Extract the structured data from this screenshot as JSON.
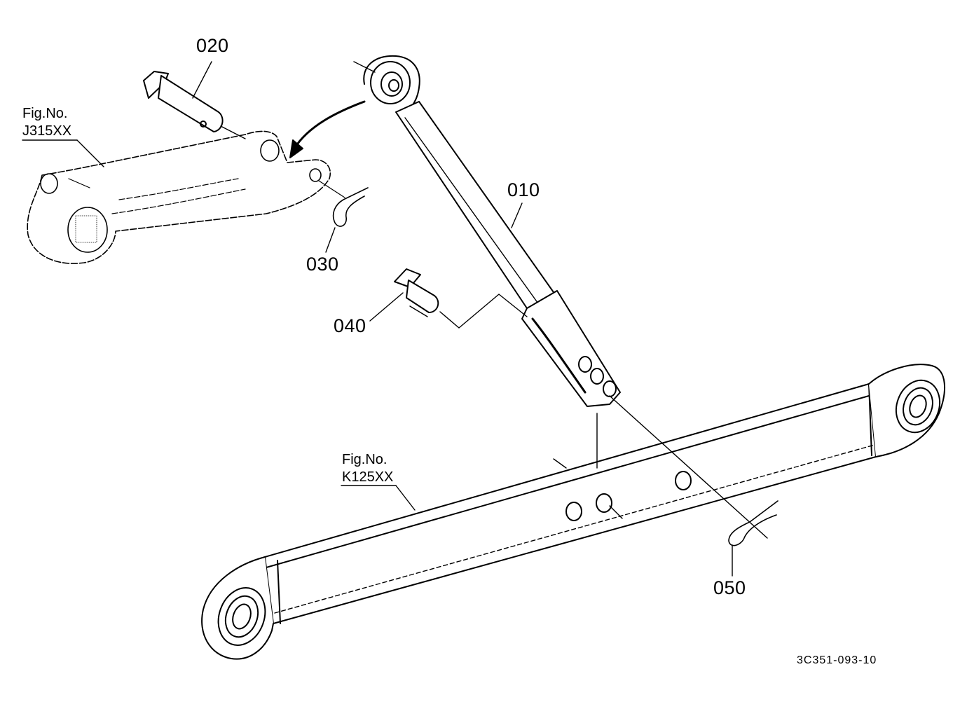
{
  "parts": {
    "p010": "010",
    "p020": "020",
    "p030": "030",
    "p040": "040",
    "p050": "050"
  },
  "refs": {
    "upper": {
      "line1": "Fig.No.",
      "line2": "J315XX"
    },
    "lower": {
      "line1": "Fig.No.",
      "line2": "K125XX"
    }
  },
  "drawing_number": "3C351-093-10",
  "colors": {
    "ink": "#000000",
    "paper": "#ffffff"
  }
}
